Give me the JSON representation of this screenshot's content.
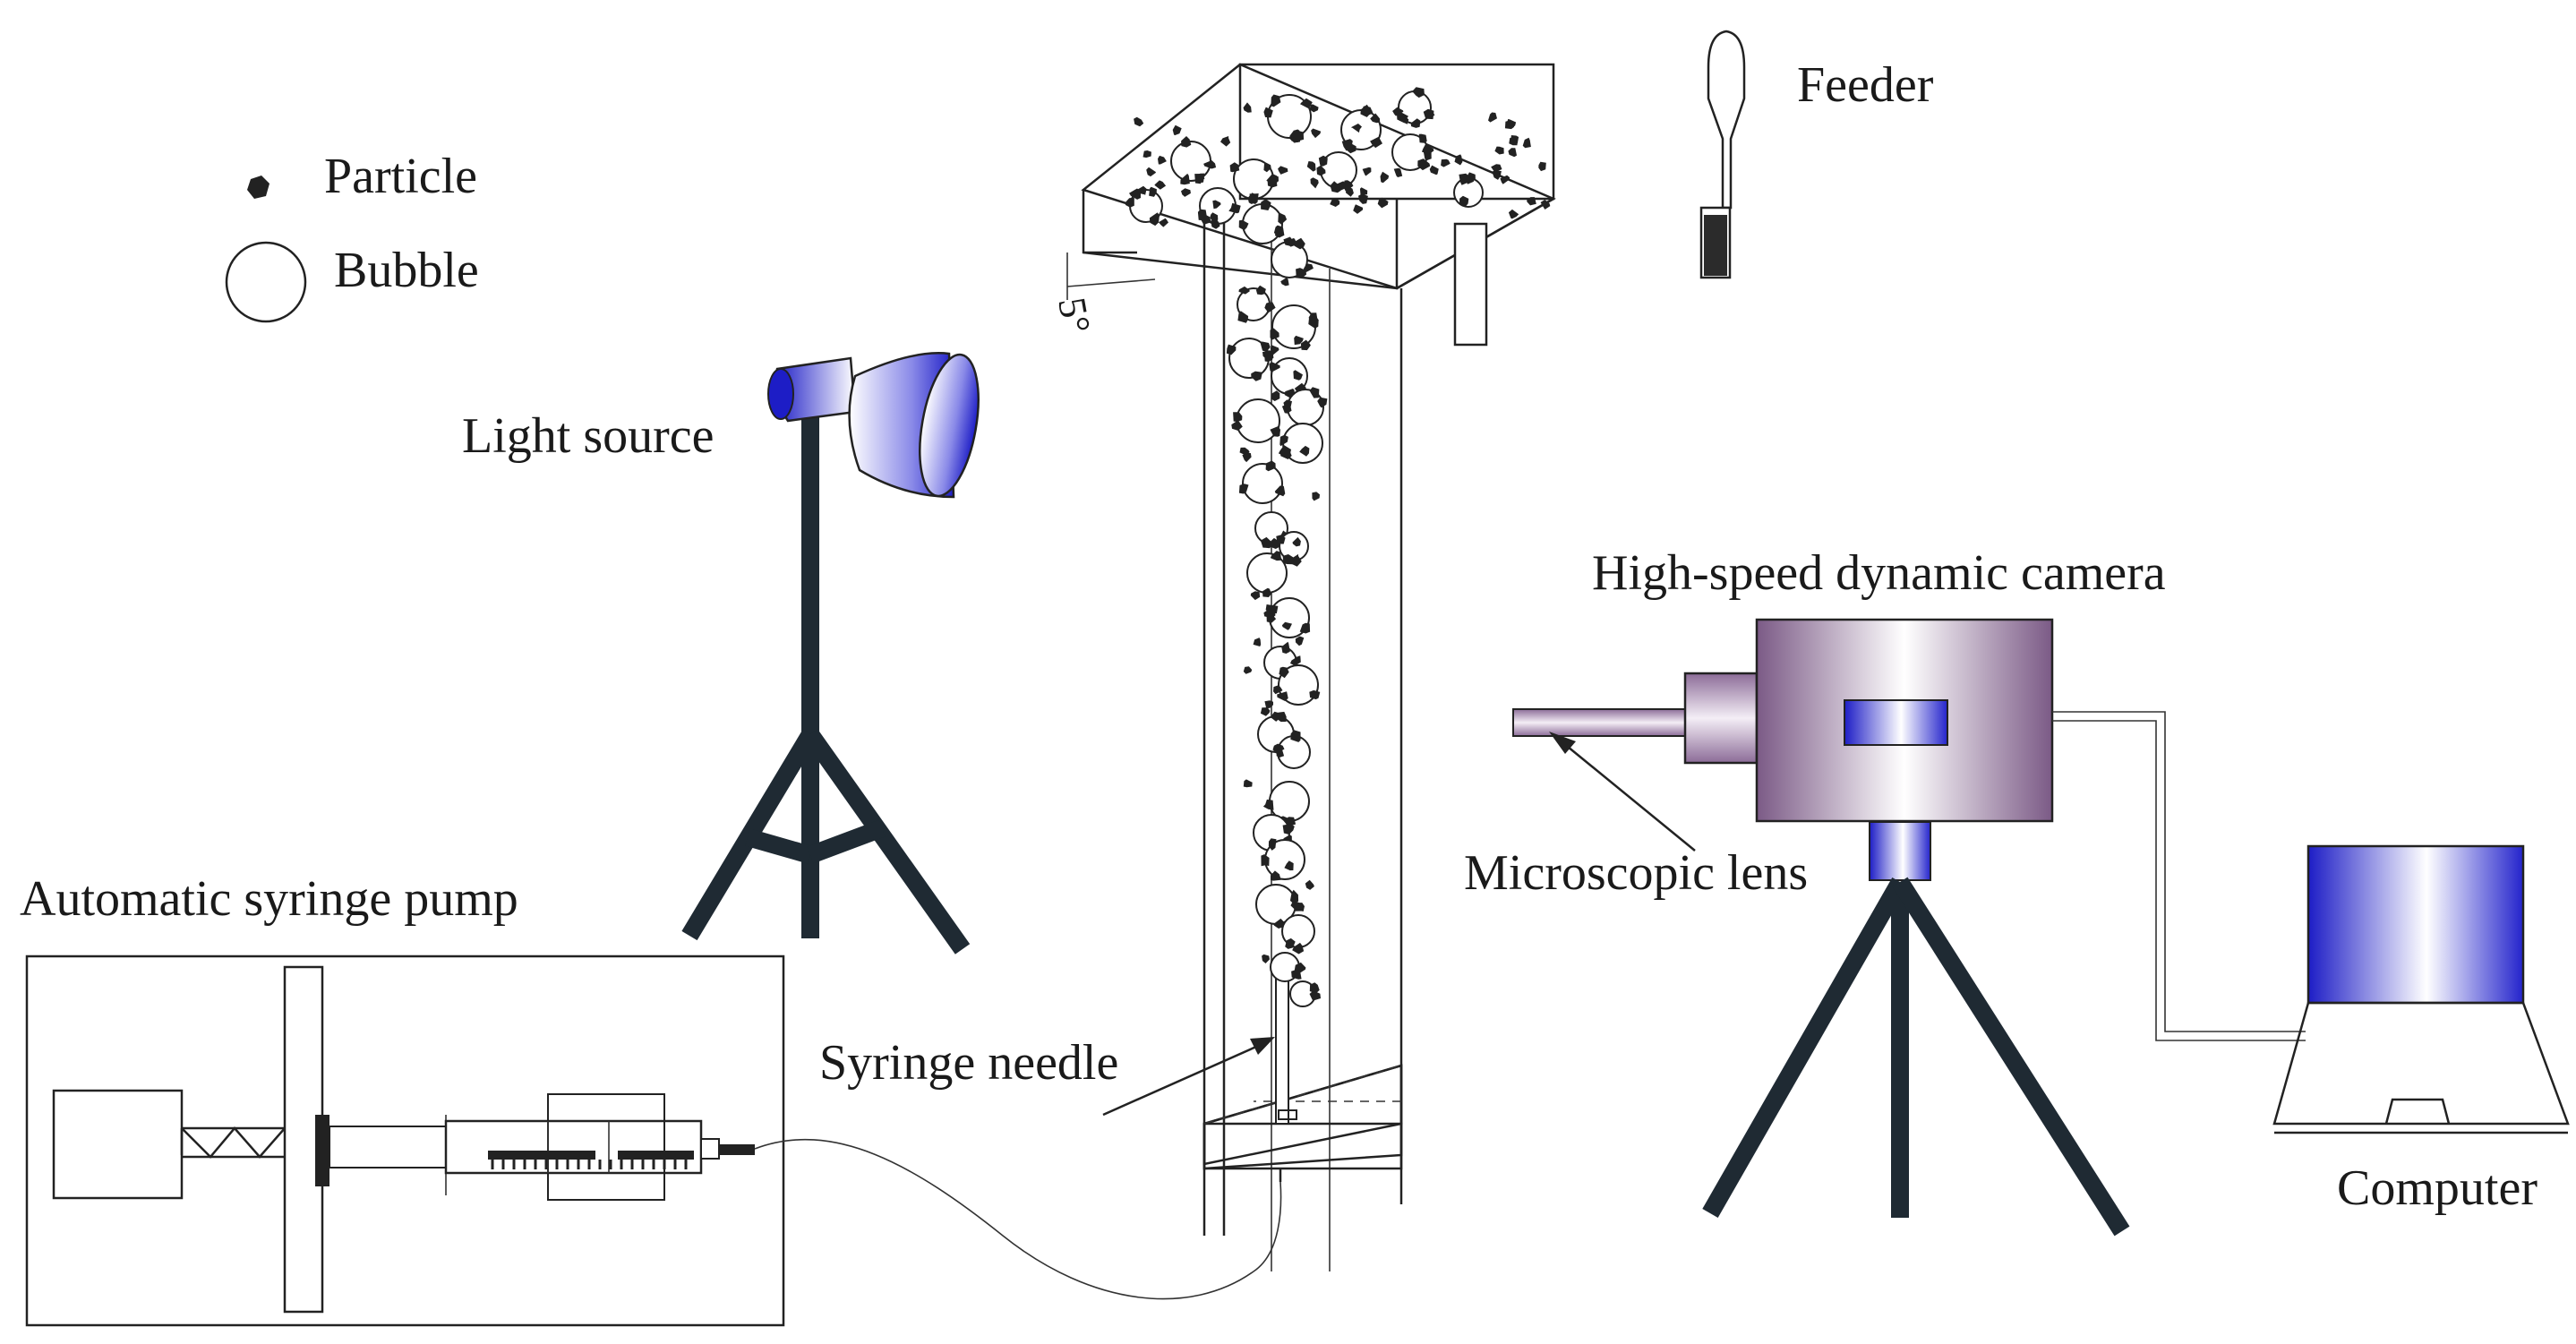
{
  "legend": {
    "particle_label": "Particle",
    "bubble_label": "Bubble"
  },
  "labels": {
    "feeder": "Feeder",
    "light_source": "Light source",
    "camera": "High-speed dynamic camera",
    "microscopic_lens": "Microscopic lens",
    "syringe_pump": "Automatic syringe pump",
    "syringe_needle": "Syringe needle",
    "computer": "Computer",
    "angle": "5°"
  },
  "colors": {
    "line": "#222222",
    "stand": "#1f2a33",
    "accent_blue": "#2a2acc",
    "camera_purple": "#8e6e98",
    "particle": "#222222"
  }
}
